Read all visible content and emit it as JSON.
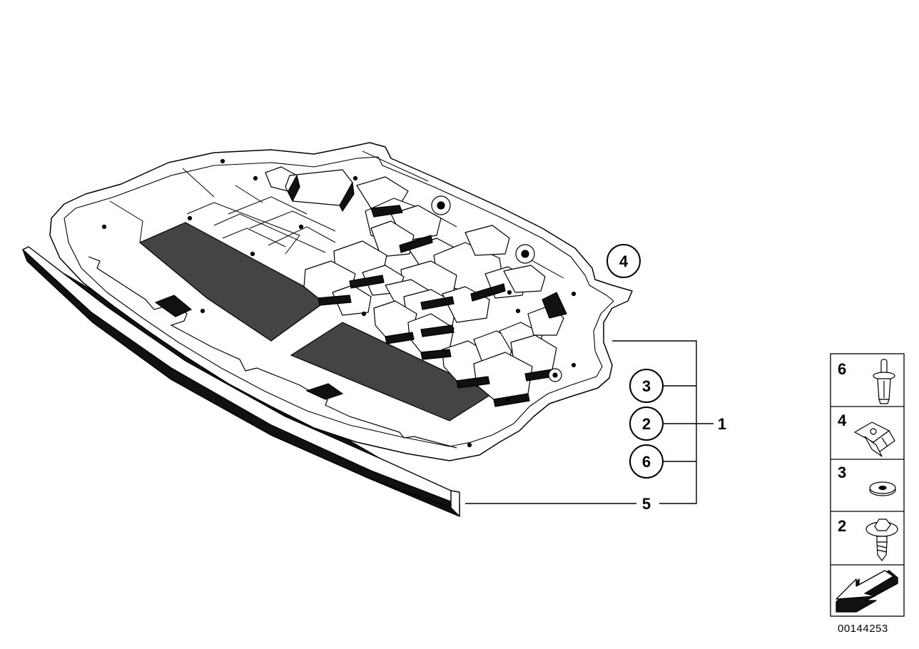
{
  "diagram": {
    "callouts": {
      "top_right_circle": "4",
      "circle_upper": "3",
      "circle_middle": "2",
      "circle_lower": "6",
      "bracket_label": "1",
      "strip_label": "5"
    },
    "legend": {
      "items": [
        {
          "number": "6",
          "icon": "push-rivet-icon"
        },
        {
          "number": "4",
          "icon": "spring-nut-clip-icon"
        },
        {
          "number": "3",
          "icon": "washer-icon"
        },
        {
          "number": "2",
          "icon": "flange-screw-icon"
        }
      ],
      "navigation_icon": "direction-arrow-icon"
    },
    "diagram_id": "00144253"
  }
}
